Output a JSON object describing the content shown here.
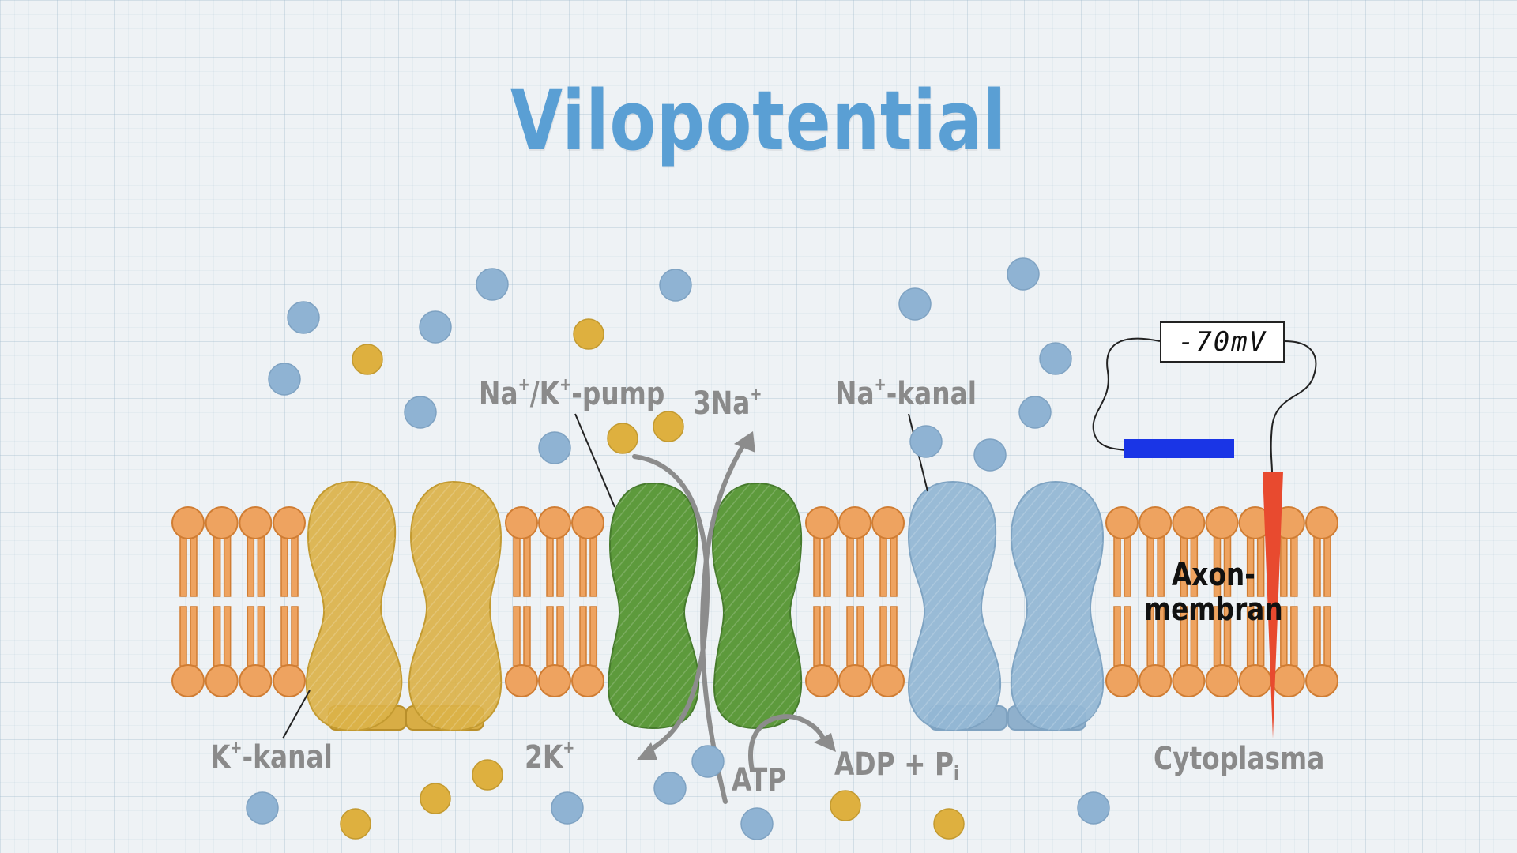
{
  "title": "Vilopotential",
  "labels": {
    "pump": "Na",
    "pump_sup1": "+",
    "pump_mid": "/K",
    "pump_sup2": "+",
    "pump_end": "-pump",
    "na3": "3Na",
    "na3_sup": "+",
    "na_channel": "Na",
    "na_channel_sup": "+",
    "na_channel_end": "-kanal",
    "k_channel": "K",
    "k_channel_sup": "+",
    "k_channel_end": "-kanal",
    "k2": "2K",
    "k2_sup": "+",
    "atp": "ATP",
    "adp": "ADP + P",
    "adp_sub": "i",
    "cytoplasma": "Cytoplasma",
    "axon_line1": "Axon-",
    "axon_line2": "membran"
  },
  "voltmeter": {
    "reading": "-70mV"
  },
  "colors": {
    "title": "#5a9fd4",
    "lipid": "#eea360",
    "lipid_border": "#d07d33",
    "k_channel": "#dbb249",
    "pump": "#5d9a3c",
    "na_channel": "#93b7d4",
    "na_ion": "#8fb3d3",
    "k_ion": "#deb03f",
    "electrode": "#e84a2f",
    "reference_electrode": "#1a35e6",
    "label": "#8a8a8a"
  }
}
